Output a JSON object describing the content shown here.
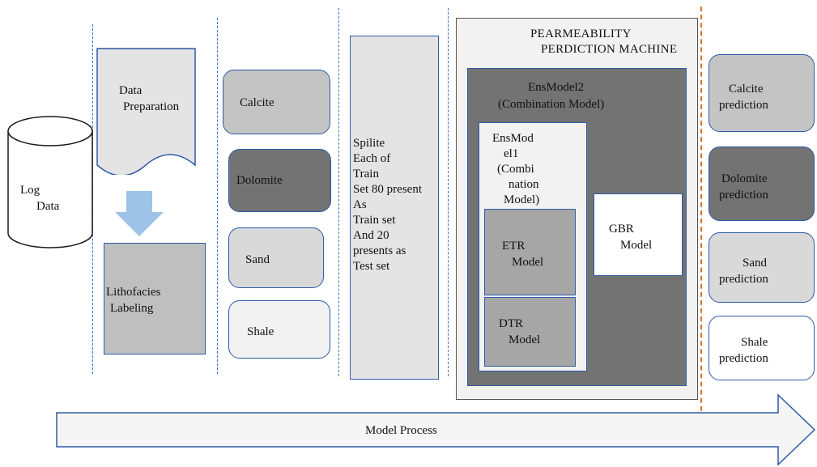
{
  "log_data": {
    "line1": "Log",
    "line2": "Data"
  },
  "data_preparation": {
    "line1": "Data",
    "line2": "Preparation"
  },
  "lithofacies_labeling": {
    "line1": "Lithofacies",
    "line2": "Labeling"
  },
  "classes": {
    "calcite": "Calcite",
    "dolomite": "Dolomite",
    "sand": "Sand",
    "shale": "Shale"
  },
  "split": {
    "lines": [
      "Spilite",
      "Each of",
      "Train",
      "Set 80 present",
      "As",
      "Train set",
      "And 20",
      "presents as",
      "Test set"
    ]
  },
  "machine": {
    "title_line1": "PEARMEABILITY",
    "title_line2": "PERDICTION MACHINE"
  },
  "ensmodel2": {
    "line1": "EnsModel2",
    "line2": "(Combination Model)"
  },
  "ensmodel1": {
    "lines": [
      "EnsMod",
      "el1",
      "(Combi",
      "nation",
      "Model)"
    ]
  },
  "etr": {
    "line1": "ETR",
    "line2": "Model"
  },
  "dtr": {
    "line1": "DTR",
    "line2": "Model"
  },
  "gbr": {
    "line1": "GBR",
    "line2": "Model"
  },
  "predictions": {
    "calcite": {
      "line1": "Calcite",
      "line2": "prediction"
    },
    "dolomite": {
      "line1": "Dolomite",
      "line2": "prediction"
    },
    "sand": {
      "line1": "Sand",
      "line2": "prediction"
    },
    "shale": {
      "line1": "Shale",
      "line2": "prediction"
    }
  },
  "process_arrow": {
    "label": "Model Process"
  },
  "colors": {
    "border_blue": "#2e5aa8",
    "divider_orange": "#d9772e",
    "arrow_blue": "#9dc3e6",
    "dark_grey": "#737373",
    "mid_grey": "#bfbfbf",
    "light_grey": "#e4e4e4"
  }
}
